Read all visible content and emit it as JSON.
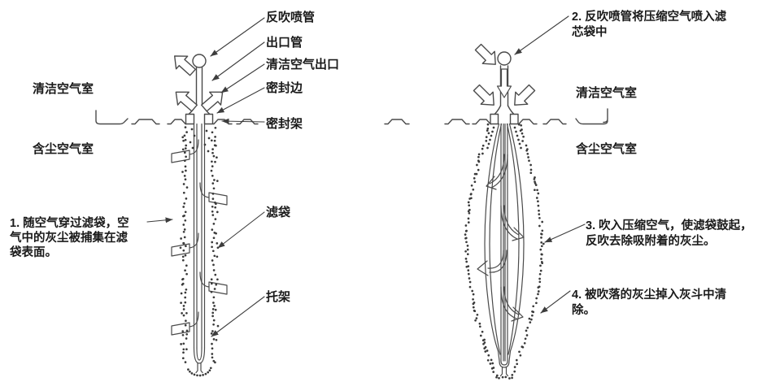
{
  "colors": {
    "background": "#ffffff",
    "line": "#4a4a4a",
    "text": "#1a1a1a"
  },
  "left": {
    "labels": {
      "blowback_pipe": "反吹喷管",
      "outlet_pipe": "出口管",
      "clean_air_outlet": "清洁空气出口",
      "seal_edge": "密封边",
      "seal_frame": "密封架",
      "clean_air_chamber": "清洁空气室",
      "dust_air_chamber": "含尘空气室",
      "filter_bag": "滤袋",
      "support_cage": "托架"
    },
    "note1": [
      "1. 随空气穿过滤袋，空",
      "气中的灰尘被捕集在滤",
      "袋表面。"
    ]
  },
  "right": {
    "labels": {
      "clean_air_chamber": "清洁空气室",
      "dust_air_chamber": "含尘空气室"
    },
    "note2": [
      "2. 反吹喷管将压缩空气喷入滤",
      "芯袋中"
    ],
    "note3": [
      "3. 吹入压缩空气，使滤袋鼓起，",
      "反吹去除吸附着的灰尘。"
    ],
    "note4": [
      "4. 被吹落的灰尘掉入灰斗中清",
      "除。"
    ]
  }
}
